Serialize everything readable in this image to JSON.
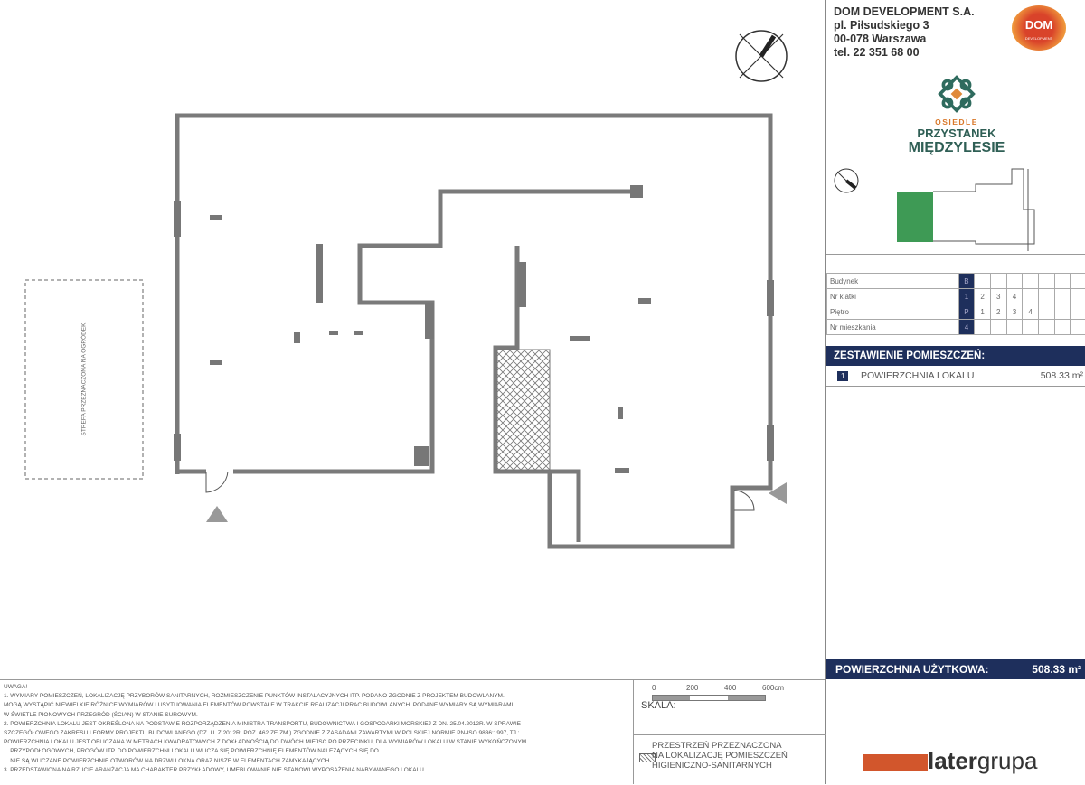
{
  "plan": {
    "garden_label": "STREFA PRZEZNACZONA NA OGRÓDEK"
  },
  "company": {
    "name": "DOM DEVELOPMENT S.A.",
    "street": "pl. Piłsudskiego 3",
    "city": "00-078 Warszawa",
    "phone": "tel. 22 351 68 00",
    "logo_text": "DOM",
    "logo_sub": "DEVELOPMENT"
  },
  "project": {
    "prefix": "OSIEDLE",
    "name1": "PRZYSTANEK",
    "name2": "MIĘDZYLESIE"
  },
  "info_table": [
    {
      "label": "Budynek",
      "values": [
        "B"
      ],
      "selected": 0
    },
    {
      "label": "Nr klatki",
      "values": [
        "1",
        "2",
        "3",
        "4"
      ],
      "selected": 0
    },
    {
      "label": "Piętro",
      "values": [
        "P",
        "1",
        "2",
        "3",
        "4"
      ],
      "selected": 0
    },
    {
      "label": "Nr mieszkania",
      "values": [
        "4"
      ],
      "selected": 0
    }
  ],
  "rooms": {
    "title": "ZESTAWIENIE POMIESZCZEŃ:",
    "items": [
      {
        "no": "1",
        "name": "POWIERZCHNIA LOKALU",
        "area": "508.33 m²"
      }
    ]
  },
  "total": {
    "label": "POWIERZCHNIA UŻYTKOWA:",
    "value": "508.33 m²"
  },
  "scale": {
    "label": "SKALA:",
    "ticks": [
      "0",
      "200",
      "400",
      "600cm"
    ]
  },
  "legend": {
    "line1": "PRZESTRZEŃ PRZEZNACZONA",
    "line2": "NA LOKALIZACJĘ POMIESZCZEŃ",
    "line3": "HIGIENICZNO-SANITARNYCH"
  },
  "brand": {
    "bold": "later",
    "light": "grupa"
  },
  "notes": {
    "title": "UWAGA!",
    "lines": [
      "1. WYMIARY POMIESZCZEŃ, LOKALIZACJĘ PRZYBORÓW SANITARNYCH, ROZMIESZCZENIE PUNKTÓW INSTALACYJNYCH ITP. PODANO ZGODNIE Z PROJEKTEM BUDOWLANYM.",
      "MOGĄ WYSTĄPIĆ NIEWIELKIE RÓŻNICE WYMIARÓW I USYTUOWANIA ELEMENTÓW POWSTAŁE W TRAKCIE REALIZACJI PRAC BUDOWLANYCH. PODANE WYMIARY SĄ WYMIARAMI",
      "W ŚWIETLE PIONOWYCH PRZEGRÓD (ŚCIAN) W STANIE SUROWYM.",
      "2. POWIERZCHNIA LOKALU JEST OKREŚLONA NA PODSTAWIE ROZPORZĄDZENIA MINISTRA TRANSPORTU, BUDOWNICTWA I GOSPODARKI MORSKIEJ Z DN. 25.04.2012R. W SPRAWIE",
      "SZCZEGÓŁOWEGO ZAKRESU I FORMY PROJEKTU BUDOWLANEGO (DZ. U. Z 2012R. POZ. 462 ZE ZM.) ZGODNIE Z ZASADAMI ZAWARTYMI W POLSKIEJ NORMIE PN-ISO 9836:1997, TJ.:",
      "POWIERZCHNIA LOKALU JEST OBLICZANA W METRACH KWADRATOWYCH Z DOKŁADNOŚCIĄ DO DWÓCH MIEJSC PO PRZECINKU, DLA WYMIARÓW LOKALU W STANIE WYKOŃCZONYM.",
      "... PRZYPODŁOGOWYCH, PROGÓW ITP. DO POWIERZCHNI LOKALU WLICZA SIĘ POWIERZCHNIĘ ELEMENTÓW NALEŻĄCYCH SIĘ DO",
      "... NIE SĄ WLICZANE POWIERZCHNIE OTWORÓW NA DRZWI I OKNA ORAZ NISZE W ELEMENTACH ZAMYKAJĄCYCH.",
      "3. PRZEDSTAWIONA NA RZUCIE ARANŻACJA MA CHARAKTER PRZYKŁADOWY, UMEBLOWANIE NIE STANOWI WYPOSAŻENIA NABYWANEGO LOKALU."
    ]
  },
  "colors": {
    "navy": "#1e2f5c",
    "wall": "#7a7a7a",
    "orange": "#d2562c",
    "green": "#3e9a55"
  }
}
